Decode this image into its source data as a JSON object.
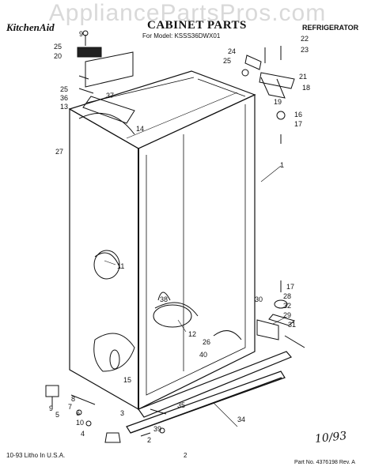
{
  "watermark": "AppliancePartsPros.com",
  "header": {
    "brand": "KitchenAid",
    "title": "CABINET PARTS",
    "model_line": "For Model: KSSS36DWX01",
    "category": "REFRIGERATOR"
  },
  "footer": {
    "litho": "10-93 Litho In U.S.A.",
    "page": "2",
    "part_no": "Part No. 4376198 Rev. A",
    "handwritten": "10/93"
  },
  "callouts": [
    "25",
    "20",
    "9",
    "25",
    "36",
    "13",
    "37",
    "14",
    "27",
    "24",
    "25",
    "22",
    "23",
    "21",
    "18",
    "19",
    "16",
    "17",
    "1",
    "11",
    "38",
    "12",
    "17",
    "28",
    "32",
    "29",
    "31",
    "30",
    "40",
    "26",
    "3",
    "15",
    "8",
    "7",
    "5",
    "9",
    "6",
    "10",
    "4",
    "35",
    "39",
    "2",
    "34"
  ]
}
